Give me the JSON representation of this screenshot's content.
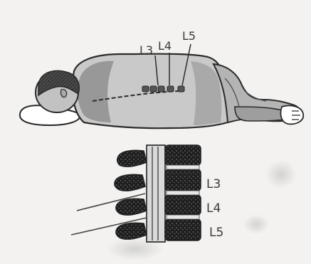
{
  "figure": {
    "top_labels": [
      "L3",
      "L4",
      "L5"
    ],
    "side_labels": [
      "L3",
      "L4",
      "L5"
    ]
  },
  "colors": {
    "paper": "#f3f2f0",
    "ink": "#2b2b2b",
    "skin_shade": "#8f8f8f",
    "skin_light": "#c9c9c9",
    "hair": "#3d3d3d",
    "bone_dark": "#2a2a2a",
    "pencil": "#444444"
  }
}
